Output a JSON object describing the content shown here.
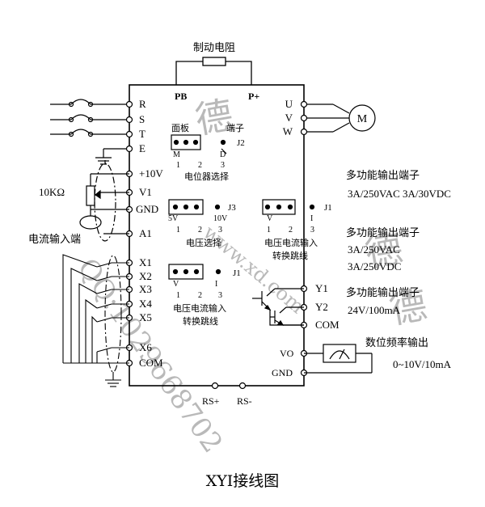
{
  "caption": "XYI接线图",
  "top": {
    "brake_resistor": "制动电阻",
    "pb": "PB",
    "p_plus": "P+"
  },
  "power_terminals": [
    "R",
    "S",
    "T",
    "E"
  ],
  "motor_terminals": [
    "U",
    "V",
    "W"
  ],
  "motor_label": "M",
  "analog_terminals": [
    "+10V",
    "V1",
    "GND",
    "A1"
  ],
  "potentiometer": "10KΩ",
  "current_input": "电流输入端",
  "digital_inputs": [
    "X1",
    "X2",
    "X3",
    "X4",
    "X5",
    "X6",
    "COM"
  ],
  "j2": {
    "name": "J2",
    "left": "面板",
    "right": "端子",
    "pins": [
      "M",
      "1",
      "2",
      "3"
    ],
    "pin_d": "D",
    "title": "电位器选择"
  },
  "j3": {
    "name": "J3",
    "pin_5v": "5V",
    "pin_10v": "10V",
    "pins": [
      "1",
      "2",
      "3"
    ],
    "title": "电压选择"
  },
  "j1_right": {
    "name": "J1",
    "pins": [
      "V",
      "1",
      "2",
      "3"
    ],
    "pin_i": "I",
    "title1": "电压电流输入",
    "title2": "转换跳线"
  },
  "j1_left": {
    "name": "J1",
    "pins": [
      "V",
      "1",
      "2",
      "3"
    ],
    "pin_i": "I",
    "title1": "电压电流输入",
    "title2": "转换跳线"
  },
  "outputs": {
    "relay1_title": "多功能输出端子",
    "relay1_spec": "3A/250VAC  3A/30VDC",
    "relay2_title": "多功能输出端子",
    "relay2_spec1": "3A/250VAC",
    "relay2_spec2": "3A/250VDC",
    "oc_title": "多功能输出端子",
    "oc_spec": "24V/100mA",
    "y1": "Y1",
    "y2": "Y2",
    "com": "COM",
    "vo": "VO",
    "gnd": "GND",
    "freq_title": "数位频率输出",
    "freq_spec": "0~10V/10mA"
  },
  "rs": {
    "plus": "RS+",
    "minus": "RS-"
  },
  "watermark": {
    "line1": "QQ:1029668702",
    "line2": "www.xd.com",
    "glyph": "德"
  }
}
